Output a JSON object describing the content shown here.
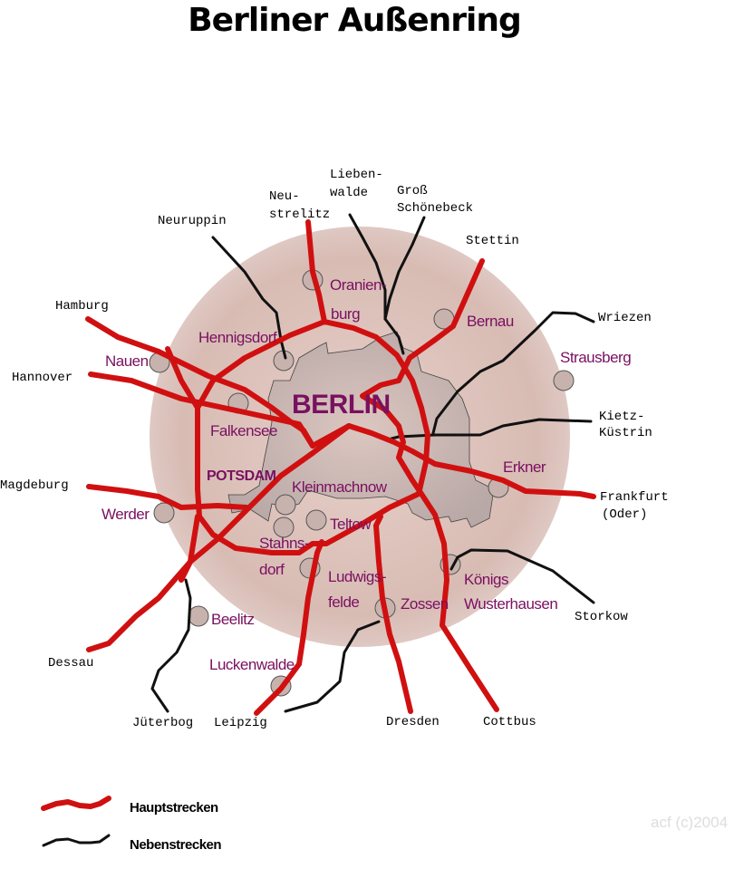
{
  "title": "Berliner Außenring",
  "city": "BERLIN",
  "places": {
    "oranienburg_1": "Oranien-",
    "oranienburg_2": "burg",
    "bernau": "Bernau",
    "hennigsdorf": "Hennigsdorf",
    "nauen": "Nauen",
    "strausberg": "Strausberg",
    "falkensee": "Falkensee",
    "erkner": "Erkner",
    "potsdam": "POTSDAM",
    "kleinmachnow": "Kleinmachnow",
    "werder": "Werder",
    "teltow": "Teltow",
    "stahnsdorf_1": "Stahns-",
    "stahnsdorf_2": "dorf",
    "ludwigsfelde_1": "Ludwigs-",
    "ludwigsfelde_2": "felde",
    "koenigs_1": "Königs",
    "koenigs_2": "Wusterhausen",
    "zossen": "Zossen",
    "beelitz": "Beelitz",
    "luckenwalde": "Luckenwalde"
  },
  "destinations": {
    "liebenwalde_1": "Lieben-",
    "liebenwalde_2": "walde",
    "neustrelitz_1": "Neu-",
    "neustrelitz_2": "strelitz",
    "gross_1": "Groß",
    "gross_2": "Schönebeck",
    "neuruppin": "Neuruppin",
    "stettin": "Stettin",
    "hamburg": "Hamburg",
    "wriezen": "Wriezen",
    "hannover": "Hannover",
    "kietz_1": "Kietz-",
    "kietz_2": "Küstrin",
    "magdeburg": "Magdeburg",
    "frankfurt_1": "Frankfurt",
    "frankfurt_2": "(Oder)",
    "storkow": "Storkow",
    "dessau": "Dessau",
    "jueterbog": "Jüterbog",
    "leipzig": "Leipzig",
    "dresden": "Dresden",
    "cottbus": "Cottbus"
  },
  "legend": {
    "main": "Hauptstrecken",
    "secondary": "Nebenstrecken"
  },
  "copyright": "acf (c)2004",
  "colors": {
    "main": "#d01010",
    "secondary": "#111111",
    "label": "#7a1060",
    "region": "#d9bfb8"
  }
}
